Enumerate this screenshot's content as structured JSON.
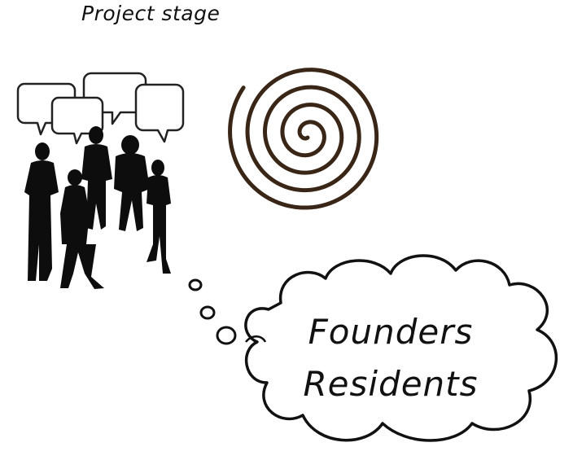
{
  "diagram": {
    "title": "Project stage",
    "thought_bubble": {
      "line1": "Founders",
      "line2": "Residents"
    }
  },
  "colors": {
    "spiral": "#3a2616",
    "ink": "#111111",
    "silhouette": "#0d0d0d",
    "background": "#ffffff"
  },
  "icons": [
    "people-group-icon",
    "speech-bubble-icon",
    "spiral-icon",
    "thought-cloud-icon"
  ]
}
